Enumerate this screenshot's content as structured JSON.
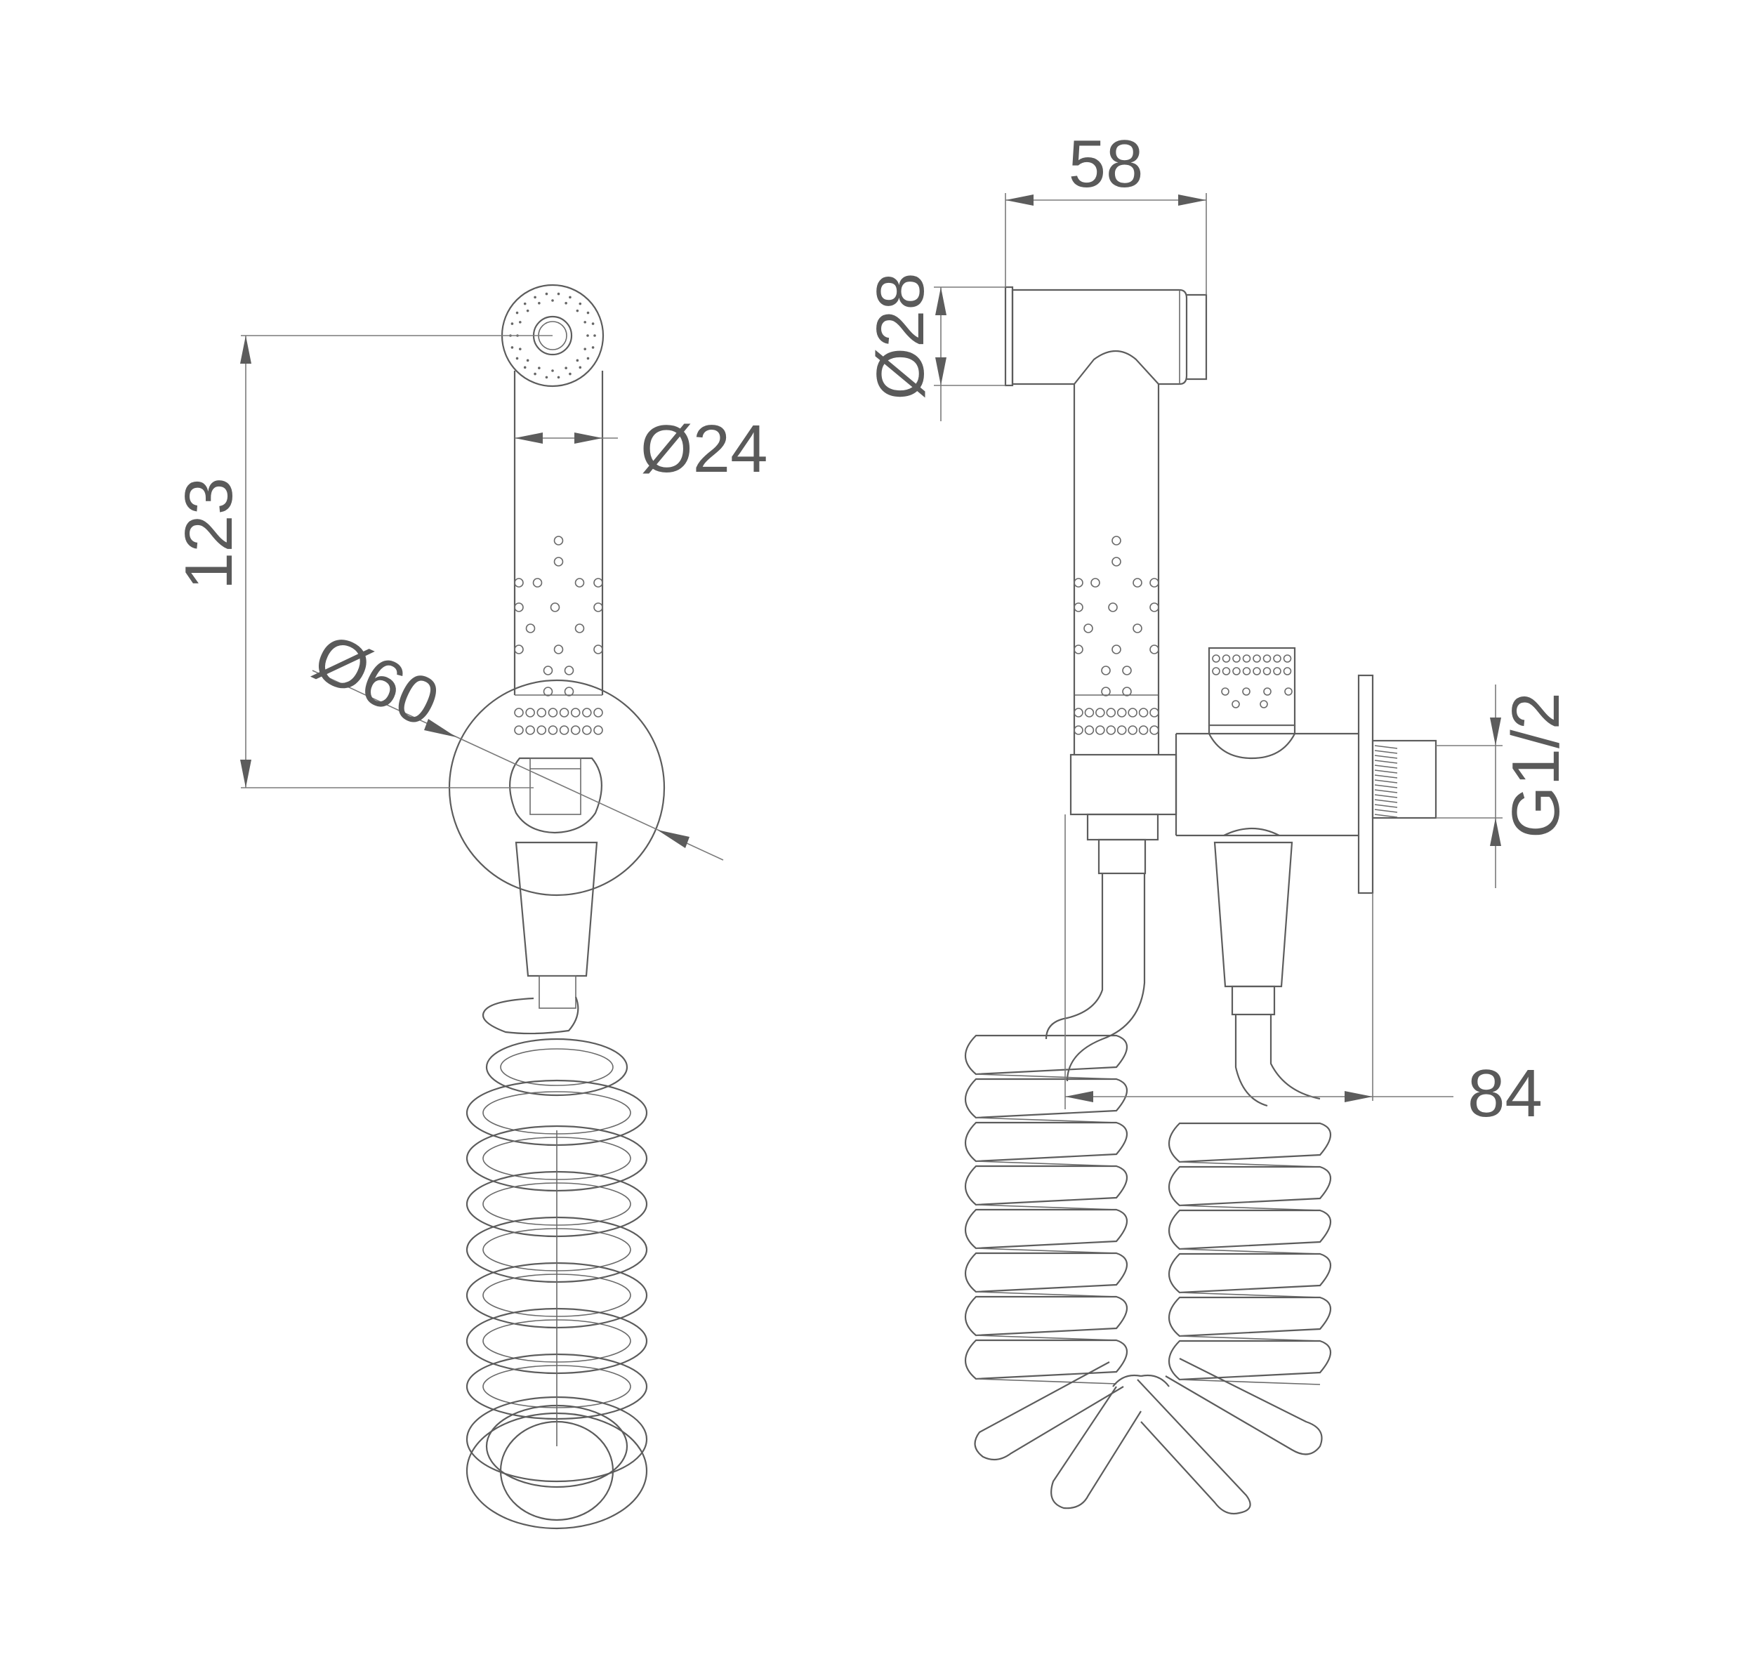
{
  "dimensions": {
    "height_123": "123",
    "dia_24": "Ø24",
    "dia_60": "Ø60",
    "width_58": "58",
    "dia_28": "Ø28",
    "thread_g12": "G1/2",
    "depth_84": "84"
  },
  "colors": {
    "line": "#5c5c5c",
    "text": "#5a5a5a",
    "background": "#ffffff"
  }
}
